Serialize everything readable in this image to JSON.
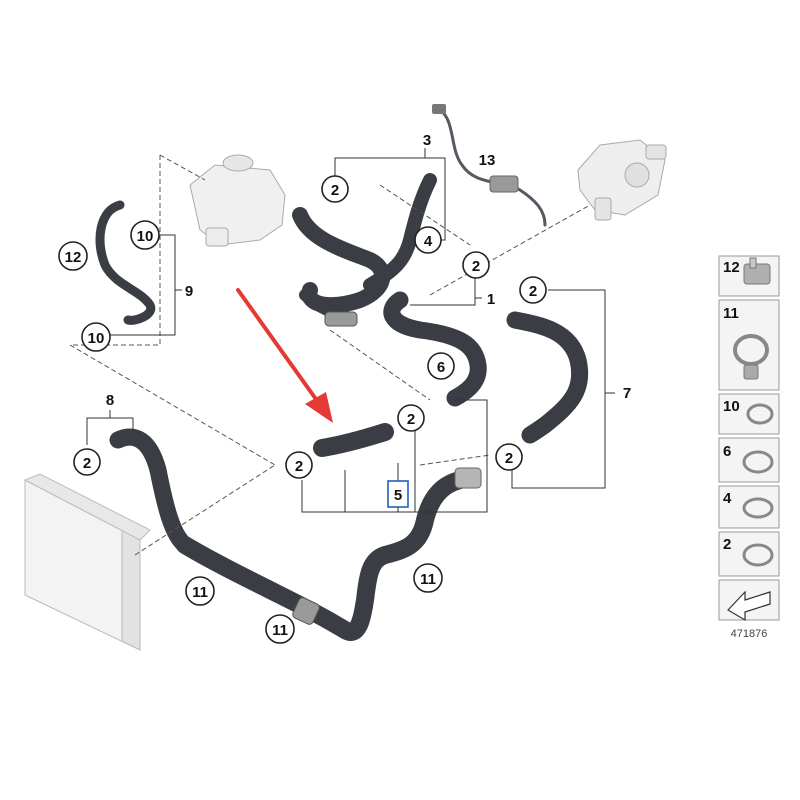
{
  "callouts": {
    "c3": "3",
    "c13": "13",
    "c2_top": "2",
    "c4": "4",
    "c10_a": "10",
    "c12": "12",
    "c9": "9",
    "c10_b": "10",
    "c2_mid_a": "2",
    "c1": "1",
    "c2_right": "2",
    "c6": "6",
    "c7": "7",
    "c8": "8",
    "c2_left": "2",
    "c2_center_a": "2",
    "c2_center_b": "2",
    "c5": "5",
    "c2_center_c": "2",
    "c11_a": "11",
    "c11_b": "11",
    "c11_c": "11"
  },
  "legend": {
    "items": [
      "12",
      "11",
      "10",
      "6",
      "4",
      "2"
    ],
    "reference_number": "471876"
  },
  "colors": {
    "hose": "#3a3d44",
    "hose_highlight": "#6b6f78",
    "arrow": "#e53935",
    "selected_box": "#1f5fbf",
    "line": "#333333"
  },
  "icons": {
    "pointer_arrow": "red-arrow-icon",
    "legend_arrow": "direction-arrow-icon"
  }
}
